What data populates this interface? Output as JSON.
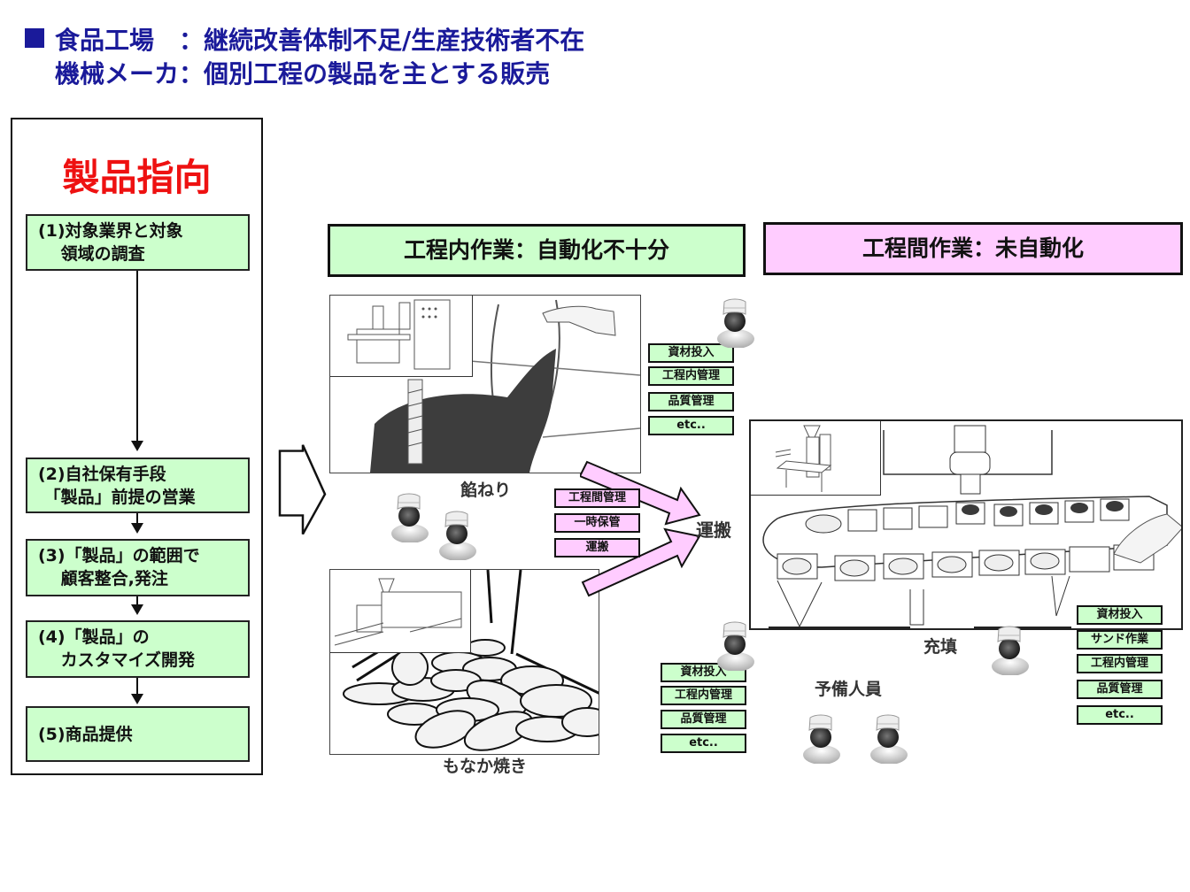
{
  "header": {
    "line1_label": "食品工場　：",
    "line1_text": "継続改善体制不足/生産技術者不在",
    "line2_label": "機械メーカ：",
    "line2_text": "個別工程の製品を主とする販売",
    "accent_color": "#1a1a9a"
  },
  "left_panel": {
    "title": "製品指向",
    "title_color": "#ee1111",
    "steps": [
      {
        "label": "(1)対象業界と対象\n　 領域の調査"
      },
      {
        "label": "(2)自社保有手段\n 「製品」前提の営業"
      },
      {
        "label": "(3)「製品」の範囲で\n 　顧客整合,発注"
      },
      {
        "label": "(4)「製品」の\n 　カスタマイズ開発"
      },
      {
        "label": "(5)商品提供"
      }
    ]
  },
  "sections": {
    "intra_process": {
      "title": "工程内作業：自動化不十分",
      "color": "#ccffcc"
    },
    "inter_process": {
      "title": "工程間作業：未自動化",
      "color": "#ffccff"
    }
  },
  "processes": {
    "kneading": {
      "caption": "餡ねり"
    },
    "baking": {
      "caption": "もなか焼き"
    },
    "filling": {
      "caption": "充填"
    },
    "transport": {
      "caption": "運搬"
    },
    "reserve": {
      "caption": "予備人員"
    }
  },
  "tag_groups": {
    "kneading_tasks": [
      "資材投入",
      "工程内管理",
      "品質管理",
      "etc.."
    ],
    "transport_tasks": [
      "工程間管理",
      "一時保管",
      "運搬"
    ],
    "baking_tasks": [
      "資材投入",
      "工程内管理",
      "品質管理",
      "etc.."
    ],
    "filling_tasks": [
      "資材投入",
      "サンド作業",
      "工程内管理",
      "品質管理",
      "etc.."
    ]
  },
  "colors": {
    "task_green": "#ccffcc",
    "task_pink": "#ffccff"
  }
}
